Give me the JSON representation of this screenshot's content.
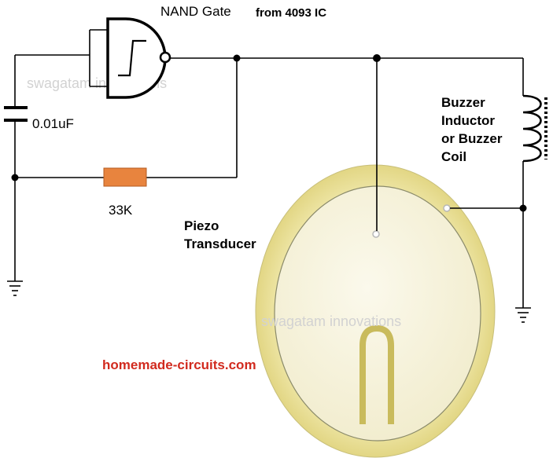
{
  "labels": {
    "nand_gate": "NAND Gate",
    "nand_source": "from 4093 IC",
    "capacitor": "0.01uF",
    "resistor": "33K",
    "buzzer_line1": "Buzzer",
    "buzzer_line2": "Inductor",
    "buzzer_line3": "or Buzzer",
    "buzzer_line4": "Coil",
    "piezo_line1": "Piezo",
    "piezo_line2": "Transducer",
    "website": "homemade-circuits.com",
    "watermark": "swagatam innovations"
  },
  "colors": {
    "wire": "#000000",
    "resistor_body": "#e8843e",
    "piezo_rim": "#ece4a0",
    "piezo_inner": "#f6f2d8",
    "piezo_electrode": "#c9bb5c",
    "website_text": "#d12a1e",
    "watermark": "#d2d2d2"
  },
  "icons": {
    "gate": "schmitt-trigger-nand-icon",
    "ground": "ground-icon",
    "capacitor": "capacitor-icon",
    "resistor": "resistor-icon",
    "coil": "inductor-coil-icon"
  }
}
